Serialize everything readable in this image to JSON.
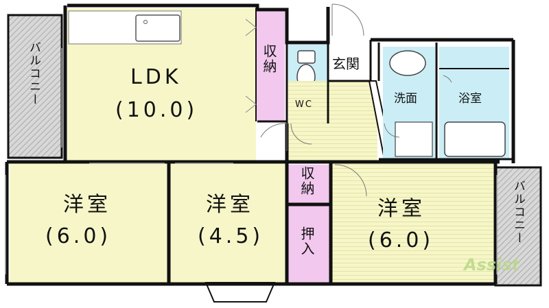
{
  "rooms": {
    "ldk": {
      "name": "LDK",
      "size": "(10.0)"
    },
    "western_left": {
      "name": "洋室",
      "size": "(6.0)"
    },
    "western_middle": {
      "name": "洋室",
      "size": "(4.5)"
    },
    "western_right": {
      "name": "洋室",
      "size": "(6.0)"
    },
    "storage_top": "収納",
    "storage_middle": "収納",
    "closet": "押入",
    "wc": "WC",
    "entrance": "玄関",
    "washroom": "洗面",
    "bathroom": "浴室",
    "balcony_left": "バルコニー",
    "balcony_right": "バルコニー"
  },
  "colors": {
    "room_floor": "#f6f6c8",
    "storage": "#f2c8ee",
    "wet_area": "#cbeef6",
    "balcony": "#cccccc",
    "wall": "#111111"
  },
  "watermark": "Assist"
}
